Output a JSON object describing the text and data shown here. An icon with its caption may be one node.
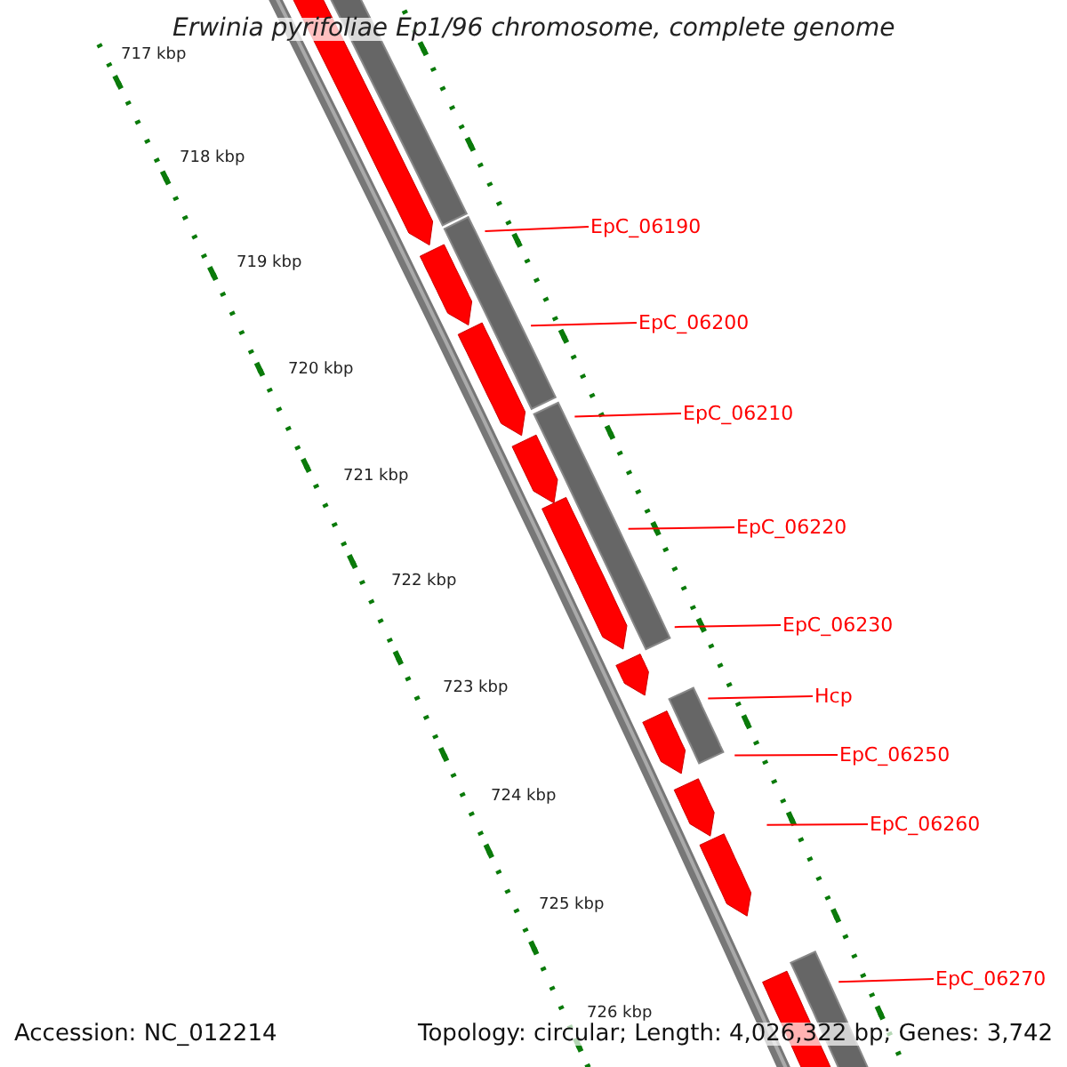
{
  "diagram": {
    "title": "Erwinia pyrifoliae Ep1/96 chromosome, complete genome",
    "nodes": [
      {
        "text": [
          "EpC_06190"
        ]
      },
      {
        "text": [
          "EpC_06200"
        ]
      },
      {
        "text": [
          "EpC_06210"
        ]
      },
      {
        "text": [
          "EpC_06220"
        ]
      },
      {
        "text": [
          "EpC_06230"
        ]
      },
      {
        "text": [
          "Hcp"
        ]
      },
      {
        "text": [
          "EpC_06250"
        ]
      },
      {
        "text": [
          "EpC_06260"
        ]
      },
      {
        "text": [
          "EpC_06270"
        ]
      }
    ],
    "edges": [
      {
        "from": 0,
        "to": null,
        "arrow": "none"
      },
      {
        "from": 1,
        "to": null,
        "arrow": "none"
      },
      {
        "from": 2,
        "to": null,
        "arrow": "none"
      },
      {
        "from": 3,
        "to": null,
        "arrow": "none"
      },
      {
        "from": 4,
        "to": null,
        "arrow": "none"
      },
      {
        "from": 5,
        "to": null,
        "arrow": "none"
      },
      {
        "from": 6,
        "to": null,
        "arrow": "none"
      },
      {
        "from": 7,
        "to": null,
        "arrow": "none"
      },
      {
        "from": 8,
        "to": null,
        "arrow": "none"
      }
    ],
    "labels": [
      "717 kbp",
      "718 kbp",
      "719 kbp",
      "720 kbp",
      "721 kbp",
      "722 kbp",
      "723 kbp",
      "724 kbp",
      "725 kbp",
      "726 kbp",
      "Accession: NC_012214",
      "Topology: circular; Length: 4,026,322 bp; Genes: 3,742"
    ]
  }
}
